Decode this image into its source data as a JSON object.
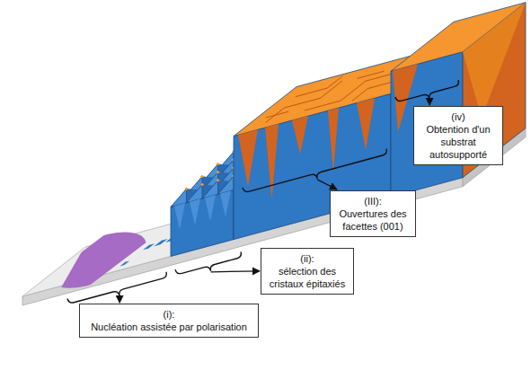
{
  "diagram": {
    "nodes": [
      {
        "text": [
          "(i):",
          "Nucléation assistée par polarisation"
        ]
      },
      {
        "text": [
          "(ii):",
          "sélection des cristaux épitaxiés"
        ]
      },
      {
        "text": [
          "(III):",
          "Ouvertures des facettes (001)"
        ]
      },
      {
        "text": [
          "(iv)",
          "Obtention d'un substrat autosupporté"
        ]
      }
    ]
  }
}
